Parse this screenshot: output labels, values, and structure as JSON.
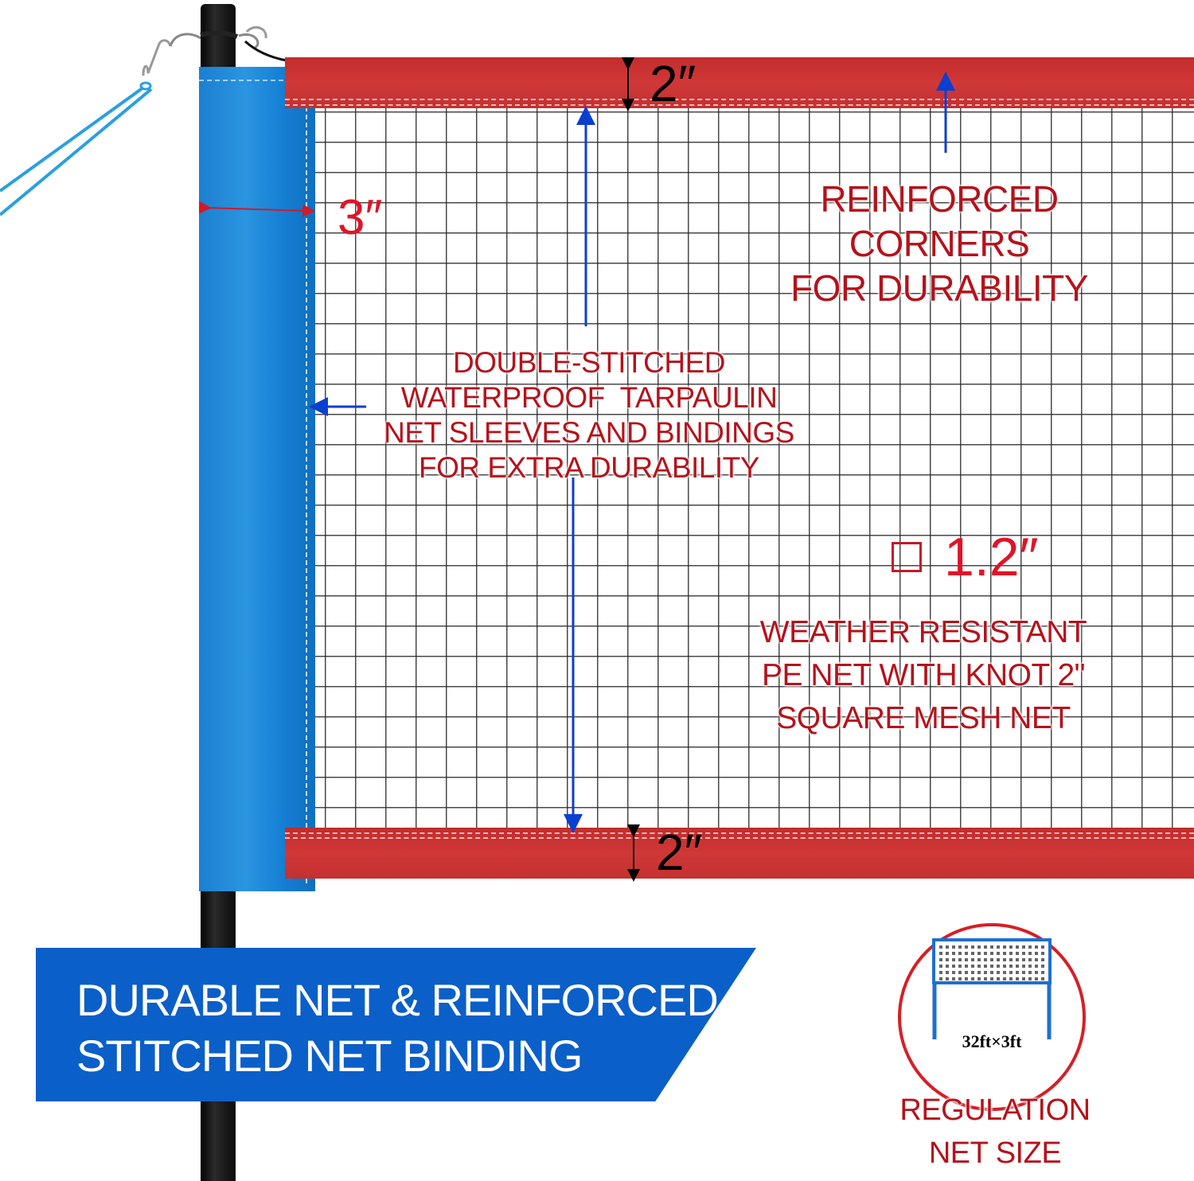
{
  "product_image": {
    "subject": "badminton net attached to pole",
    "colors": {
      "sleeve_blue": "#1c7fd0",
      "band_red": "#c8302f",
      "annotation_red": "#b5121b",
      "banner_blue": "#0b5fc8",
      "pole_black": "#111111"
    }
  },
  "dimensions": {
    "top_band": "2″",
    "bottom_band": "2″",
    "sleeve_width": "3″",
    "mesh_square": "1.2″"
  },
  "annotations": {
    "corners": [
      "REINFORCED CORNERS",
      "FOR DURABILITY"
    ],
    "sleeves": [
      "DOUBLE-STITCHED",
      "WATERPROOF  TARPAULIN",
      "NET SLEEVES AND BINDINGS",
      "FOR EXTRA DURABILITY"
    ],
    "weather": [
      "WEATHER RESISTANT",
      "PE NET WITH KNOT 2\"",
      "SQUARE MESH NET"
    ],
    "regulation": [
      "REGULATION",
      "NET SIZE"
    ]
  },
  "banner": {
    "lines": [
      "DURABLE NET & REINFORCED",
      "STITCHED NET BINDING"
    ]
  },
  "regulation_icon": {
    "size_label": "32ft×3ft"
  }
}
